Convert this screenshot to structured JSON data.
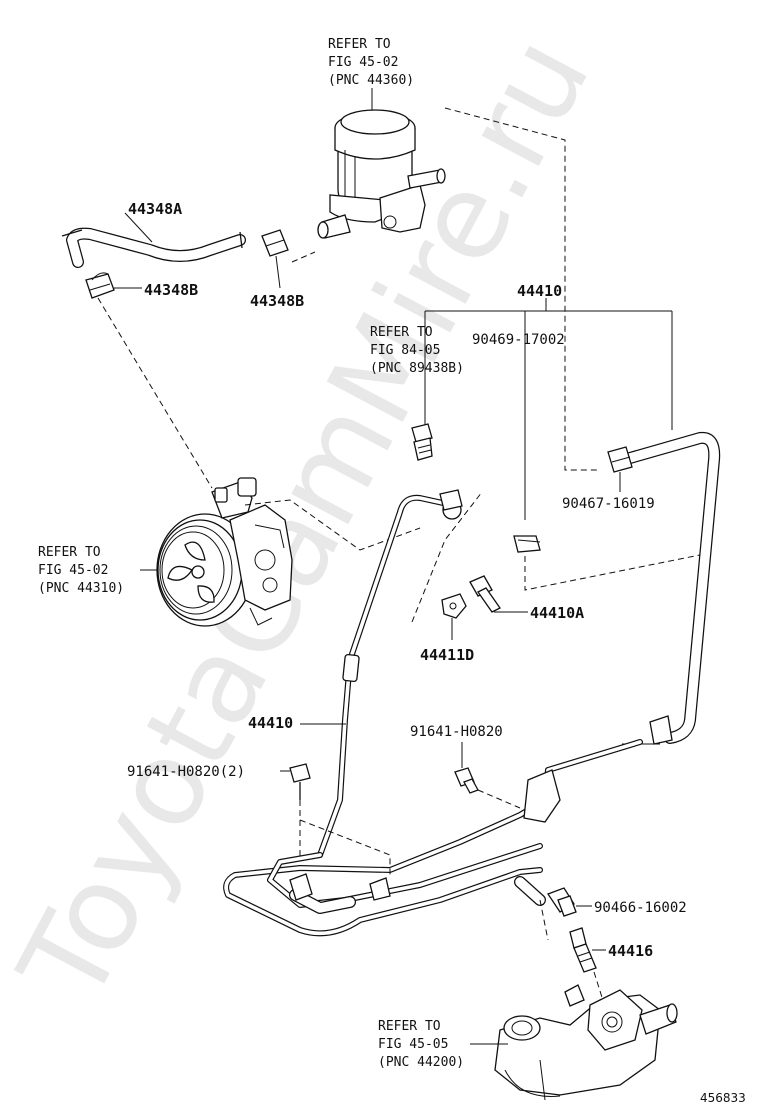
{
  "watermark": "ToyotaCamMire.ru",
  "figure_id": "456833",
  "callouts": {
    "reservoir_ref": {
      "line1": "REFER TO",
      "line2": "FIG 45-02",
      "line3": "(PNC 44360)"
    },
    "pump_ref": {
      "line1": "REFER TO",
      "line2": "FIG 45-02",
      "line3": "(PNC 44310)"
    },
    "sensor_ref": {
      "line1": "REFER TO",
      "line2": "FIG 84-05",
      "line3": "(PNC 89438B)"
    },
    "gear_ref": {
      "line1": "REFER TO",
      "line2": "FIG 45-05",
      "line3": "(PNC 44200)"
    }
  },
  "labels": {
    "hose_44348A": "44348A",
    "clamp_44348B_left": "44348B",
    "clamp_44348B_right": "44348B",
    "assy_44410_top": "44410",
    "clip_90469": "90469-17002",
    "clamp_90467": "90467-16019",
    "bolt_44410A": "44410A",
    "bracket_44411D": "44411D",
    "assy_44410_mid": "44410",
    "bolt_91641_single": "91641-H0820",
    "bolt_91641_double": "91641-H0820(2)",
    "ring_90466": "90466-16002",
    "union_44416": "44416"
  }
}
